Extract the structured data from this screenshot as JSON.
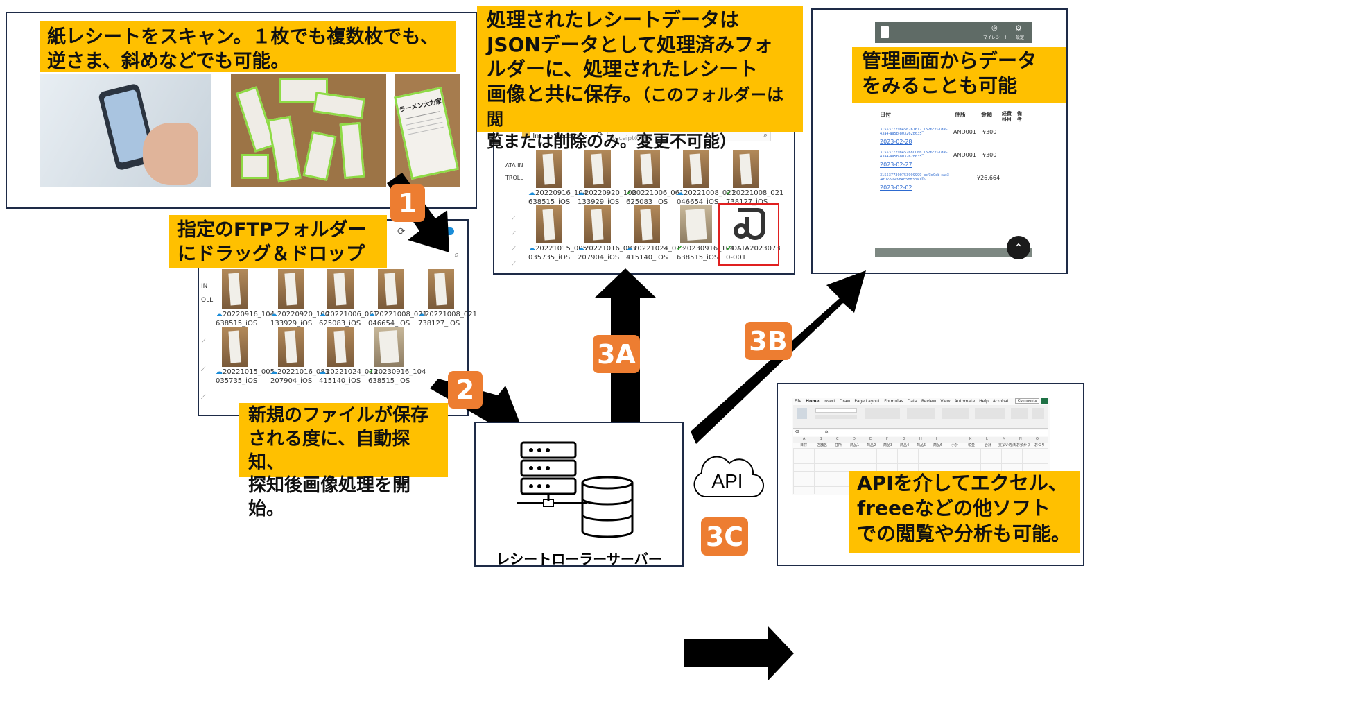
{
  "step1": {
    "callout_line1": "紙レシートをスキャン。１枚でも複数枚でも、",
    "callout_line2": "逆さま、斜めなどでも可能。",
    "receipt_brand": "ラーメン大力家"
  },
  "step_drag": {
    "callout_line1": "指定のFTPフォルダー",
    "callout_line2": "にドラッグ＆ドロップ",
    "side_labels": [
      "IN",
      "OLL"
    ],
    "files": [
      {
        "name1": "20220916_104",
        "name2": "638515_iOS",
        "status": "cloud"
      },
      {
        "name1": "20220920_100",
        "name2": "133929_iOS",
        "status": "cloud"
      },
      {
        "name1": "20221006_061",
        "name2": "625083_iOS",
        "status": "cloud"
      },
      {
        "name1": "20221008_021",
        "name2": "046654_iOS",
        "status": "cloud"
      },
      {
        "name1": "20221008_021",
        "name2": "738127_iOS",
        "status": "cloud"
      },
      {
        "name1": "20221015_005",
        "name2": "035735_iOS",
        "status": "cloud"
      },
      {
        "name1": "20221016_083",
        "name2": "207904_iOS",
        "status": "cloud"
      },
      {
        "name1": "20221024_013",
        "name2": "415140_iOS",
        "status": "cloud"
      },
      {
        "name1": "20230916_104",
        "name2": "638515_iOS",
        "status": "ok"
      }
    ]
  },
  "step2": {
    "callout_line1": "新規のファイルが保存",
    "callout_line2": "される度に、自動探知、",
    "callout_line3": "探知後画像処理を開始。"
  },
  "step3a": {
    "callout_line1": "処理されたレシートデータは",
    "callout_line2": "JSONデータとして処理済みフォ",
    "callout_line3": "ルダーに、処理されたレシート",
    "callout_line4a": "画像と共に保存。",
    "callout_line4b": "（このフォルダーは閲",
    "callout_line5": "覧または削除のみ。変更不可能）",
    "path_im": "Im...",
    "path_sep": "›",
    "path_folder": "Receipt",
    "search_placeholder": "Receiptの検索",
    "side_labels": [
      "ATA IN",
      "TROLL"
    ],
    "files": [
      {
        "name1": "20220916_104",
        "name2": "638515_iOS",
        "status": "cloud"
      },
      {
        "name1": "20220920_100",
        "name2": "133929_iOS",
        "status": "cloud"
      },
      {
        "name1": "20221006_061",
        "name2": "625083_iOS",
        "status": "ok"
      },
      {
        "name1": "20221008_021",
        "name2": "046654_iOS",
        "status": "cloud"
      },
      {
        "name1": "20221008_021",
        "name2": "738127_iOS",
        "status": "ok"
      },
      {
        "name1": "20221015_005",
        "name2": "035735_iOS",
        "status": "cloud"
      },
      {
        "name1": "20221016_083",
        "name2": "207904_iOS",
        "status": "cloud"
      },
      {
        "name1": "20221024_013",
        "name2": "415140_iOS",
        "status": "cloud"
      },
      {
        "name1": "20230916_104",
        "name2": "638515_iOS",
        "status": "ok"
      },
      {
        "name1": "DATA2023073",
        "name2": "0-001",
        "status": "ok"
      }
    ]
  },
  "step3b": {
    "callout_line1": "管理画面からデータ",
    "callout_line2": "をみることも可能",
    "nav_receipt": "マイレシート",
    "nav_settings": "設定",
    "headers": [
      "日付",
      "住所",
      "金額",
      "経費科目",
      "備考"
    ],
    "rows": [
      {
        "id": "3155377298456261617_1526c7f-1daf-43a4-aa5b-8032628635",
        "date": "2023-02-28",
        "addr": "AND001",
        "amount": "¥300"
      },
      {
        "id": "3155377298457680066_1526c7f-1daf-43a4-aa5b-8032628635",
        "date": "2023-02-27",
        "addr": "AND001",
        "amount": "¥300"
      },
      {
        "id": "3155377300753999999_bcf3d0eb-cac3-4f02-9a4f-84b5b83ba006",
        "date": "2023-02-02",
        "addr": "",
        "amount": "¥26,664"
      }
    ]
  },
  "step3c": {
    "callout_line1": "APIを介してエクセル、",
    "callout_line2": "freeeなどの他ソフト",
    "callout_line3": "での閲覧や分析も可能。",
    "excel_tabs": [
      "File",
      "Home",
      "Insert",
      "Draw",
      "Page Layout",
      "Formulas",
      "Data",
      "Review",
      "View",
      "Automate",
      "Help",
      "Acrobat"
    ],
    "comments_btn": "Comments",
    "cell_ref": "K8",
    "fx": "fx",
    "columns": [
      "A",
      "B",
      "C",
      "D",
      "E",
      "F",
      "G",
      "H",
      "I",
      "J",
      "K",
      "L",
      "M",
      "N",
      "O"
    ],
    "header_row": [
      "日付",
      "店舗名",
      "住所",
      "商品1",
      "商品2",
      "商品3",
      "商品4",
      "商品5",
      "商品6",
      "小計",
      "税金",
      "合計",
      "支払い方法",
      "お預かり",
      "おつり"
    ]
  },
  "server": {
    "label": "レシートローラーサーバー"
  },
  "cloud_label": "API",
  "badges": {
    "b1": "1",
    "b2": "2",
    "b3a": "3A",
    "b3b": "3B",
    "b3c": "3C"
  },
  "colors": {
    "callout": "#ffc000",
    "badge": "#ed7d31",
    "panel_border": "#1e2b47",
    "arrow": "#000000"
  }
}
